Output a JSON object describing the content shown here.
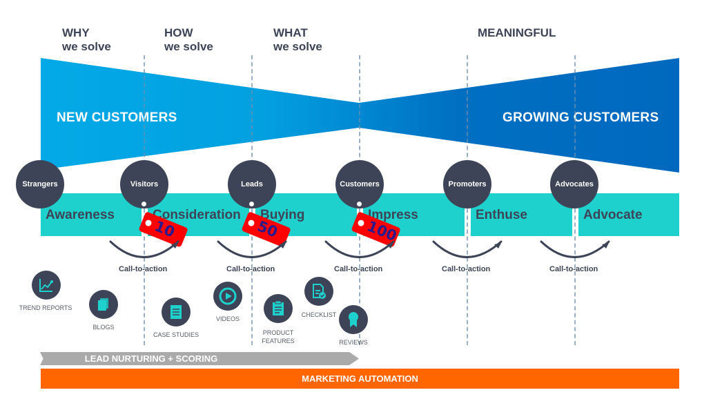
{
  "columns": [
    {
      "line1": "WHY",
      "line2": "we solve"
    },
    {
      "line1": "HOW",
      "line2": "we solve"
    },
    {
      "line1": "WHAT",
      "line2": "we solve"
    },
    {
      "line1": "MEANINGFUL",
      "line2": ""
    }
  ],
  "funnel": {
    "left_label": "NEW CUSTOMERS",
    "right_label": "GROWING CUSTOMERS",
    "left_color": "#03a9e6",
    "right_color": "#0069bf"
  },
  "personas": [
    "Strangers",
    "Visitors",
    "Leads",
    "Customers",
    "Promoters",
    "Advocates"
  ],
  "stages": [
    "Awareness",
    "Consideration",
    "Buying",
    "Impress",
    "Enthuse",
    "Advocate"
  ],
  "score_tags": [
    "10",
    "50",
    "100"
  ],
  "cta_label": "Call-to-action",
  "content_types": [
    {
      "icon": "trend-chart-icon",
      "label": "TREND REPORTS"
    },
    {
      "icon": "blog-pages-icon",
      "label": "BLOGS"
    },
    {
      "icon": "case-study-doc-icon",
      "label": "CASE STUDIES"
    },
    {
      "icon": "play-video-icon",
      "label": "VIDEOS"
    },
    {
      "icon": "clipboard-icon",
      "label": "PRODUCT FEATURES"
    },
    {
      "icon": "checklist-doc-icon",
      "label": "CHECKLIST"
    },
    {
      "icon": "award-ribbon-icon",
      "label": "REVIEWS"
    }
  ],
  "bars": {
    "nurturing": "LEAD NURTURING + SCORING",
    "automation": "MARKETING AUTOMATION"
  },
  "colors": {
    "band": "#1fd1cc",
    "circle": "#3d4457",
    "tag": "#ff0000",
    "automation": "#ff6600",
    "nurturing": "#aaaaaa"
  }
}
